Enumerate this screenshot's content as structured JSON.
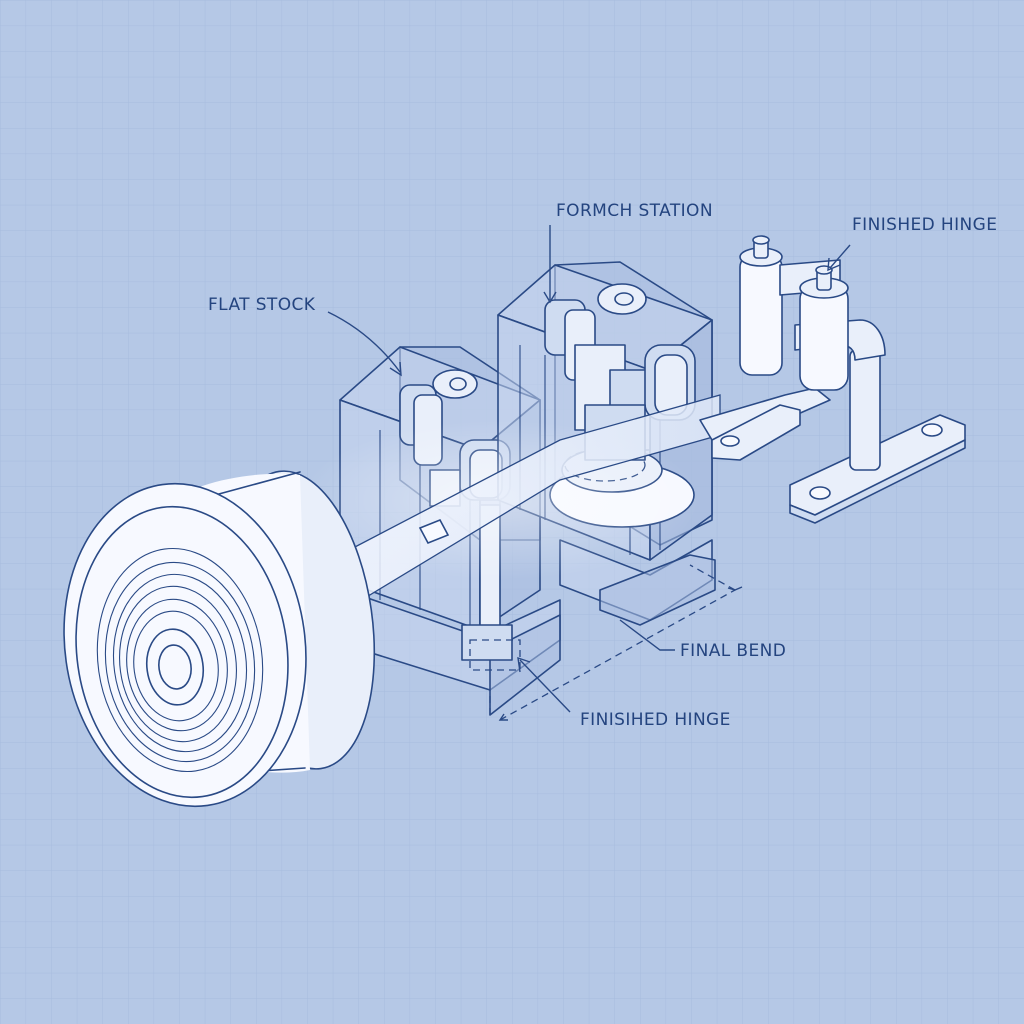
{
  "diagram": {
    "labels": {
      "flat_stock": "FLAT STOCK",
      "forming_station": "FORMCH STATION",
      "finished_hinge_top": "FINISHED HINGE",
      "final_bend": "FINAL BEND",
      "finished_hinge_bottom": "FINISIHED HINGE"
    },
    "colors": {
      "paper": "#b5c8e6",
      "grid": "#a5badc",
      "ink": "#2a4a86",
      "highlight": "#f7f9ff"
    }
  }
}
